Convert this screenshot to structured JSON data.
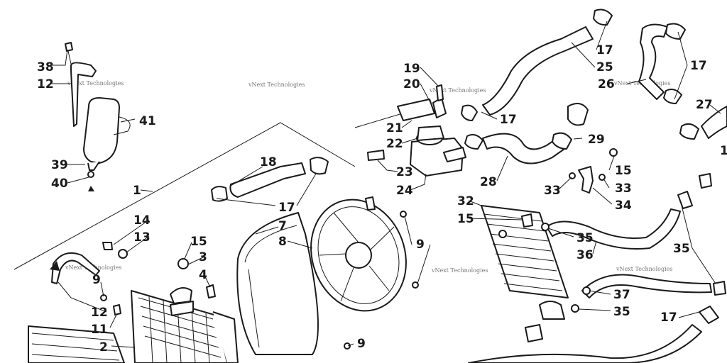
{
  "watermark_text": "vNext Technologies",
  "callout_numbers": {
    "c1": "1",
    "c2": "2",
    "c3": "3",
    "c4": "4",
    "c7": "7",
    "c8": "8",
    "c9": "9",
    "c11": "11",
    "c12": "12",
    "c13": "13",
    "c14": "14",
    "c15": "15",
    "c17": "17",
    "c18": "18",
    "c19": "19",
    "c20": "20",
    "c21": "21",
    "c22": "22",
    "c23": "23",
    "c24": "24",
    "c25": "25",
    "c26": "26",
    "c27": "27",
    "c28": "28",
    "c29": "29",
    "c32": "32",
    "c33": "33",
    "c34": "34",
    "c35": "35",
    "c36": "36",
    "c37": "37",
    "c38": "38",
    "c39": "39",
    "c40": "40",
    "c41": "41",
    "c_edge_1": "1"
  },
  "colors": {
    "line": "#1a1a1a",
    "background": "#ffffff",
    "watermark": "#777777"
  }
}
